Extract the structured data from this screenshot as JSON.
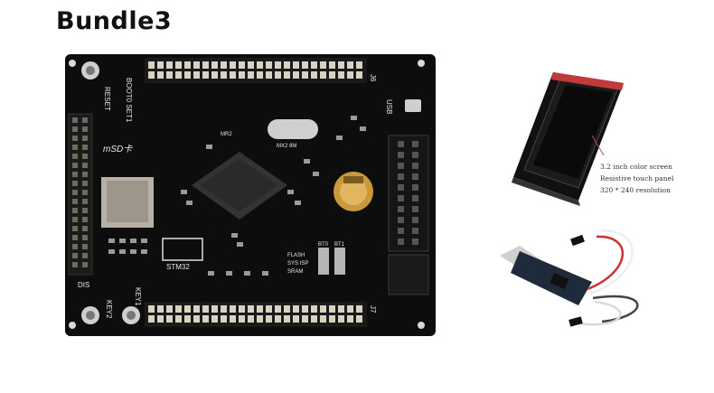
{
  "title": "Bundle3",
  "board": {
    "labels": {
      "reset": "RESET",
      "boot": "BOOT0 SET1",
      "j6": "J6",
      "j7": "J7",
      "usb": "USB",
      "msd": "mSD卡",
      "dis": "DIS",
      "key1": "KEY1",
      "key2": "KEY2",
      "stm32": "STM32",
      "crystal": "MX2 8M",
      "mr2": "MR2",
      "flash": "FLASH",
      "sys": "SYS ISP",
      "sram": "SRAM",
      "bt0": "BT0",
      "bt1": "BT1"
    }
  },
  "screen_specs": [
    "3.2 inch color screen",
    "Resistive touch panel",
    "320 * 240 resolution"
  ],
  "colors": {
    "pcb": "#0d0d0d",
    "silk": "#e8e8e8",
    "header_pins": "#d9d2c3",
    "battery_holder": "#c89a3a",
    "usb_module": "#1f2a3a"
  }
}
